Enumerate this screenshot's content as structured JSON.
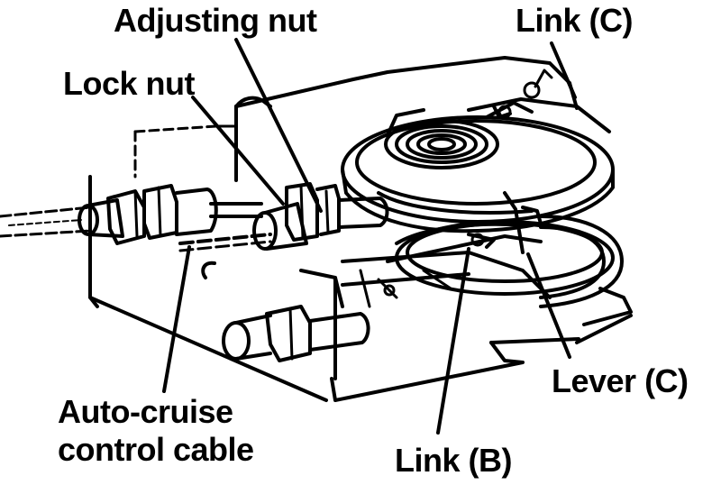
{
  "labels": {
    "adjusting_nut": "Adjusting nut",
    "link_c": "Link (C)",
    "lock_nut": "Lock nut",
    "lever_c": "Lever (C)",
    "cable_line1": "Auto-cruise",
    "cable_line2": "control cable",
    "link_b": "Link (B)"
  },
  "colors": {
    "ink": "#000000",
    "paper": "#ffffff"
  }
}
